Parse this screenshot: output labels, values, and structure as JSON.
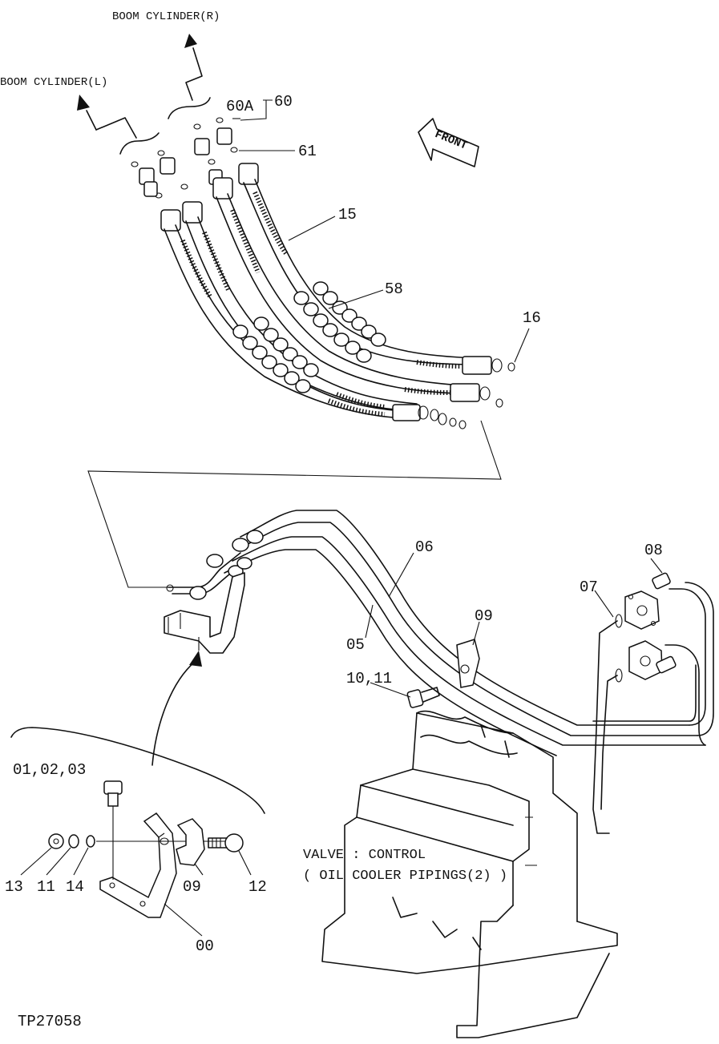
{
  "labels": {
    "boom_cylinder_r": "BOOM CYLINDER(R)",
    "boom_cylinder_l": "BOOM CYLINDER(L)",
    "front": "FRONT",
    "p60a": "60A",
    "p60": "60",
    "p61": "61",
    "p15": "15",
    "p58": "58",
    "p16": "16",
    "p06": "06",
    "p08": "08",
    "p07": "07",
    "p09_upper": "09",
    "p05": "05",
    "p10_11": "10,11",
    "p01_02_03": "01,02,03",
    "p13": "13",
    "p11": "11",
    "p14": "14",
    "p09_lower": "09",
    "p12": "12",
    "p00": "00",
    "valve_line1": "VALVE : CONTROL",
    "valve_line2": "( OIL COOLER PIPINGS(2) )",
    "drawing_number": "TP27058"
  }
}
